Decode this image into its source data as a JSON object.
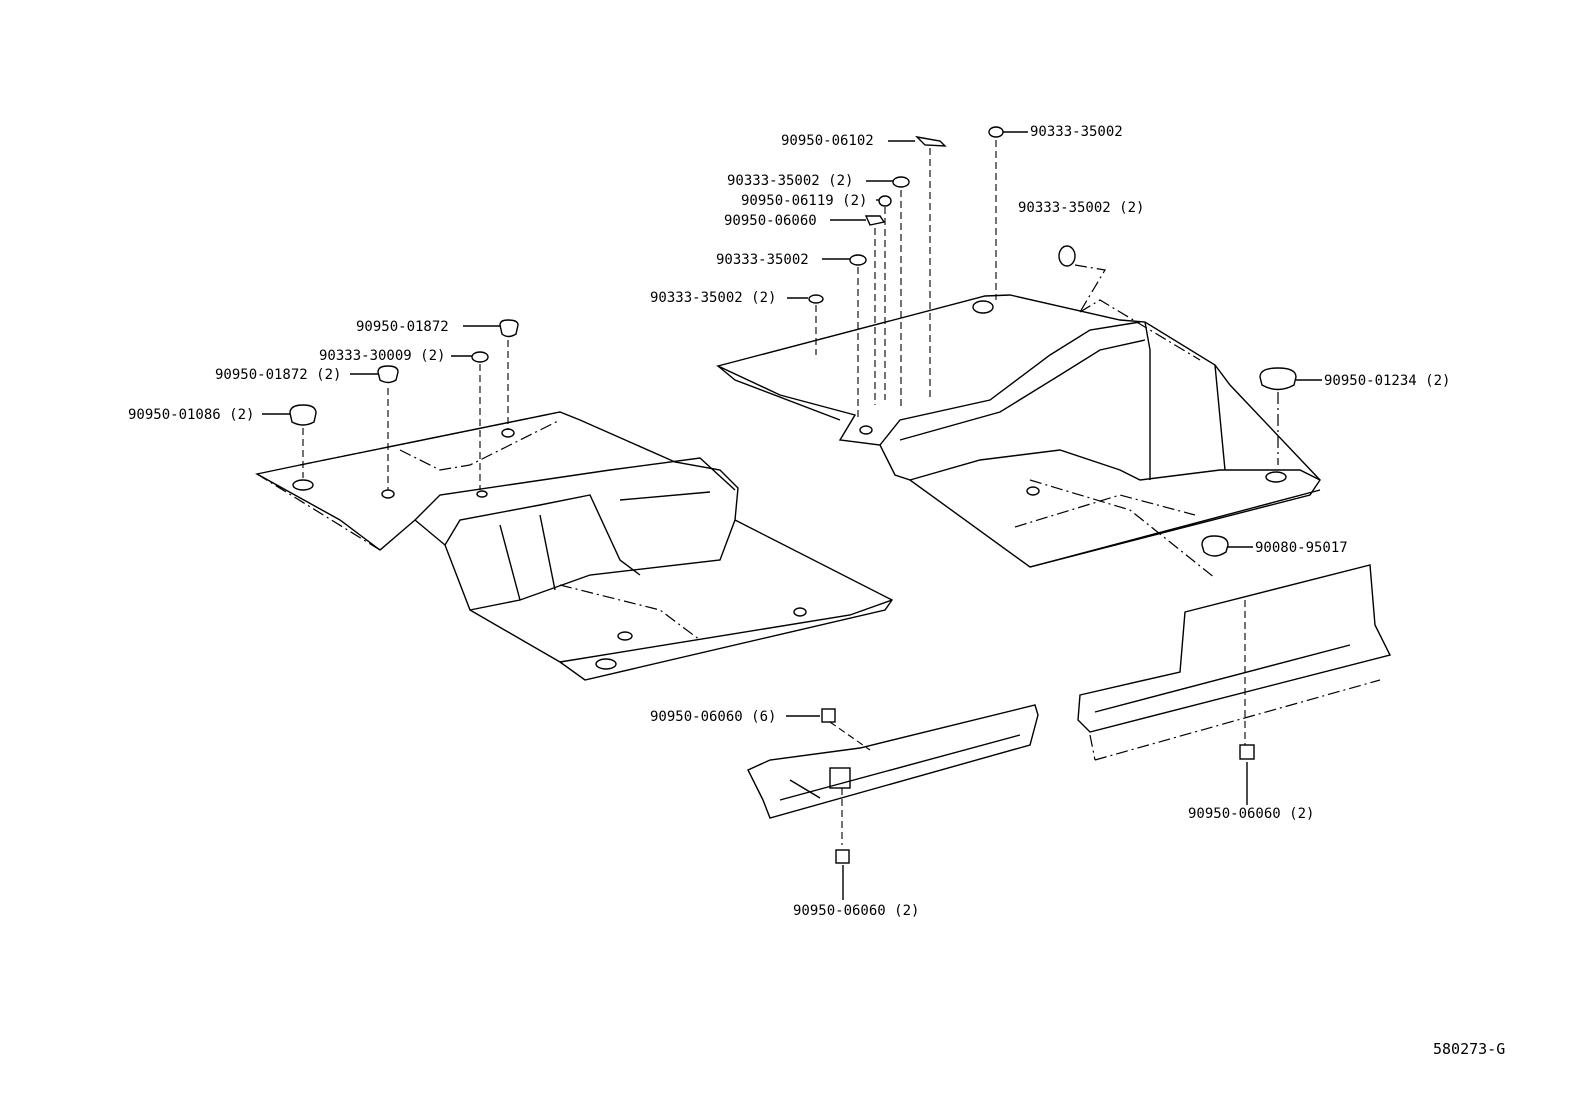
{
  "labels": {
    "l01": "90950-06102",
    "l02": "90333-35002",
    "l03": "90333-35002 (2)",
    "l04": "90950-06119 (2)",
    "l05": "90950-06060",
    "l06": "90333-35002 (2)",
    "l07": "90333-35002",
    "l08": "90333-35002 (2)",
    "l09": "90950-01872",
    "l10": "90333-30009 (2)",
    "l11": "90950-01872 (2)",
    "l12": "90950-01086 (2)",
    "l13": "90950-01234 (2)",
    "l14": "90080-95017",
    "l15": "90950-06060 (6)",
    "l16": "90950-06060 (2)",
    "l17": "90950-06060 (2)"
  },
  "figure_code": "580273-G"
}
